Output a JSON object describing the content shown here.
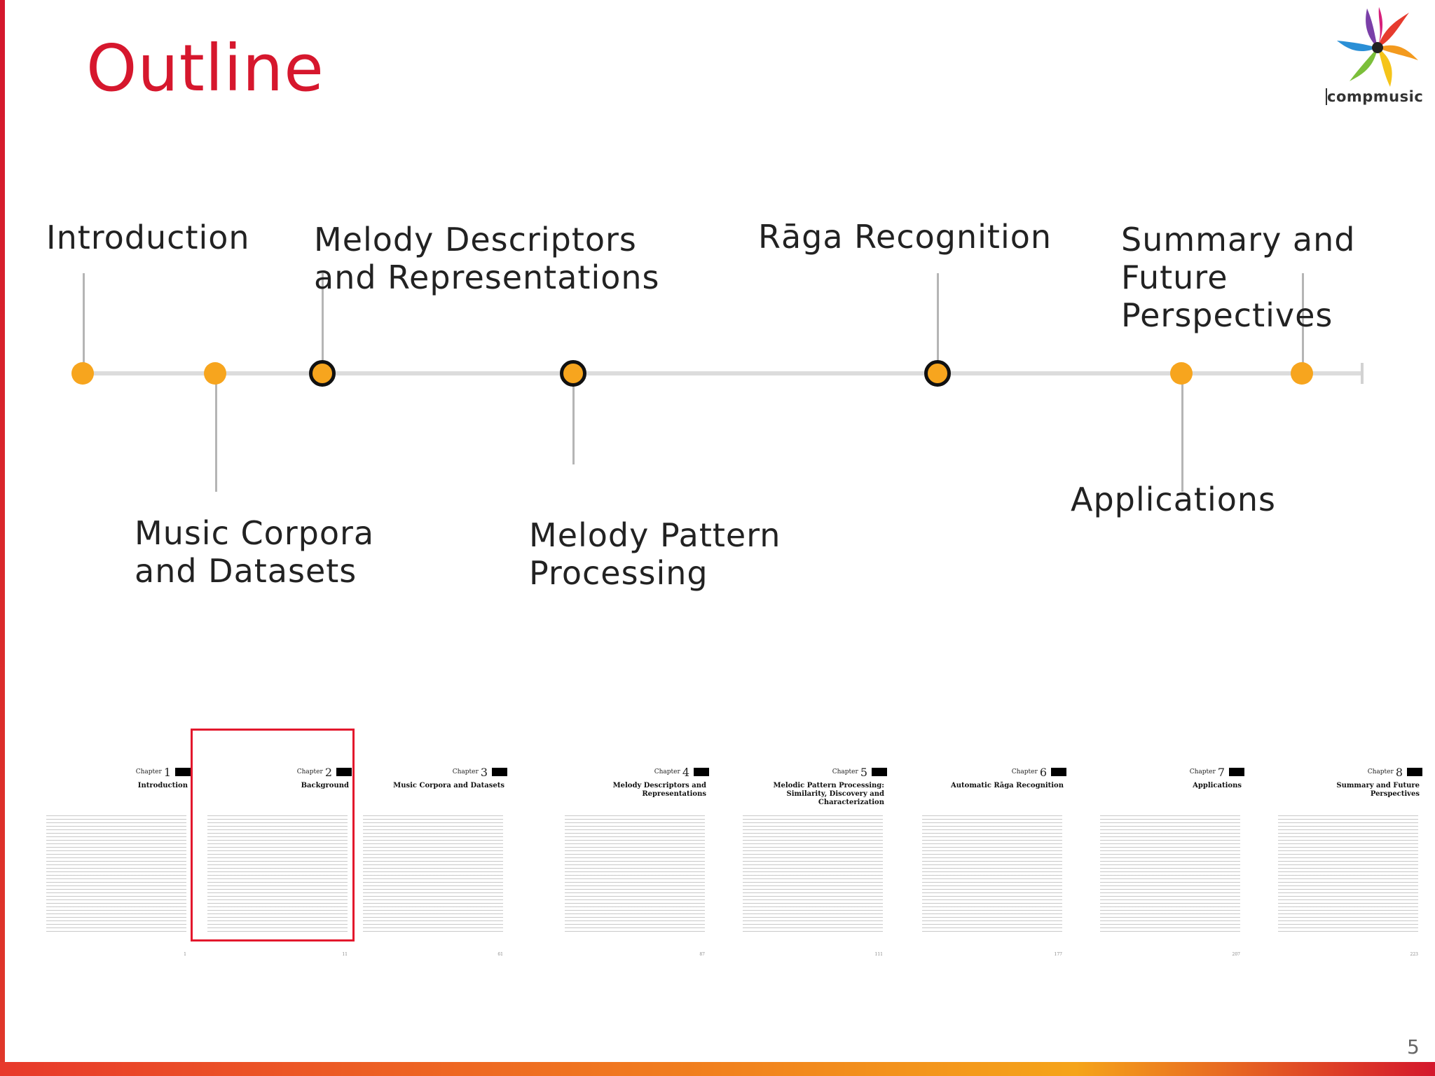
{
  "slide": {
    "title": "Outline",
    "page_number": "5",
    "accent_color": "#d6172d",
    "dot_color": "#f7a51e"
  },
  "logo": {
    "text": "compmusic"
  },
  "timeline": {
    "above": [
      {
        "label": "Introduction"
      },
      {
        "label": "Melody Descriptors\nand Representations"
      },
      {
        "label": "Rāga Recognition"
      },
      {
        "label": "Summary and\nFuture Perspectives"
      }
    ],
    "below": [
      {
        "label": "Music Corpora\nand Datasets"
      },
      {
        "label": "Melody Pattern\nProcessing"
      },
      {
        "label": "Applications"
      }
    ],
    "active_steps": [
      "Melody Descriptors and Representations",
      "Melody Pattern Processing",
      "Rāga Recognition"
    ]
  },
  "chapters": [
    {
      "word": "Chapter",
      "num": "1",
      "title": "Introduction",
      "page": "1"
    },
    {
      "word": "Chapter",
      "num": "2",
      "title": "Background",
      "page": "11",
      "highlighted": true
    },
    {
      "word": "Chapter",
      "num": "3",
      "title": "Music Corpora and Datasets",
      "page": "61"
    },
    {
      "word": "Chapter",
      "num": "4",
      "title": "Melody Descriptors and Representations",
      "page": "87"
    },
    {
      "word": "Chapter",
      "num": "5",
      "title": "Melodic Pattern Processing: Similarity, Discovery and Characterization",
      "page": "111"
    },
    {
      "word": "Chapter",
      "num": "6",
      "title": "Automatic Rāga Recognition",
      "page": "177"
    },
    {
      "word": "Chapter",
      "num": "7",
      "title": "Applications",
      "page": "207"
    },
    {
      "word": "Chapter",
      "num": "8",
      "title": "Summary and Future Perspectives",
      "page": "223"
    }
  ]
}
